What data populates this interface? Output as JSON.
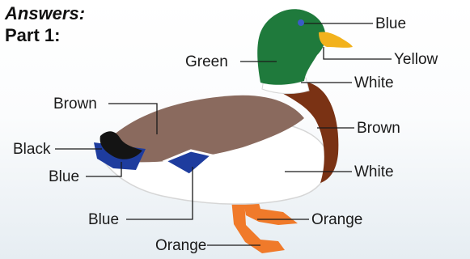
{
  "header": {
    "title": "Answers:",
    "subtitle": "Part 1:"
  },
  "labels": {
    "eye": "Blue",
    "bill": "Yellow",
    "head": "Green",
    "neck_ring": "White",
    "back": "Brown",
    "breast": "Brown",
    "tail": "Black",
    "underbody": "White",
    "tail_feathers": "Blue",
    "wing_patch": "Blue",
    "leg": "Orange",
    "foot": "Orange"
  },
  "colors": {
    "head": "#1f7a3c",
    "bill": "#f2b21c",
    "neck_ring": "#ffffff",
    "breast": "#7a3214",
    "back": "#8a6a5e",
    "body": "#ffffff",
    "tail": "#141414",
    "blue": "#1e3c9e",
    "orange": "#f07a2a"
  }
}
